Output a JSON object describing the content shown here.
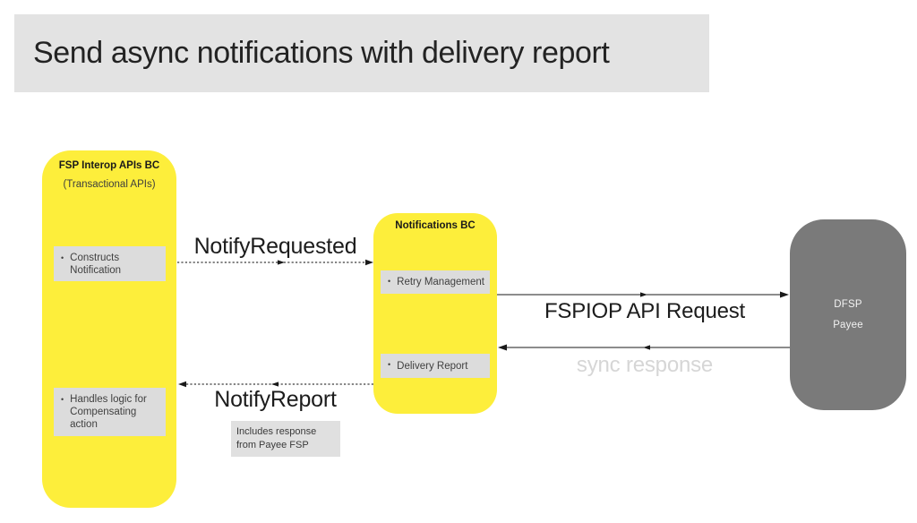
{
  "title": "Send async notifications with delivery report",
  "bullet": "•",
  "actors": {
    "fsp_interop": {
      "title": "FSP Interop APIs BC",
      "subtitle": "(Transactional APIs)",
      "items": [
        "Constructs Notification",
        "Handles logic for Compensating action"
      ]
    },
    "notifications": {
      "title": "Notifications BC",
      "items": [
        "Retry Management",
        "Delivery Report"
      ]
    },
    "dfsp_payee": {
      "lines": [
        "DFSP",
        "Payee"
      ]
    }
  },
  "messages": {
    "notify_requested": {
      "label": "NotifyRequested",
      "style": "dashed",
      "direction": "right"
    },
    "fspiop_api_request": {
      "label": "FSPIOP API Request",
      "style": "solid",
      "direction": "right"
    },
    "sync_response": {
      "label": "sync response",
      "style": "solid",
      "direction": "left"
    },
    "notify_report": {
      "label": "NotifyReport",
      "style": "dashed",
      "direction": "left"
    }
  },
  "note": {
    "text": "Includes response from Payee FSP"
  },
  "colors": {
    "actor_yellow": "#FDEE3B",
    "actor_gray": "#7A7A7A",
    "item_gray": "#DCDCDC",
    "banner_gray": "#E3E3E3",
    "note_gray": "#E0E0E0",
    "muted_label_text": "#D6D6D6",
    "text_dark": "#1A1A1A"
  }
}
